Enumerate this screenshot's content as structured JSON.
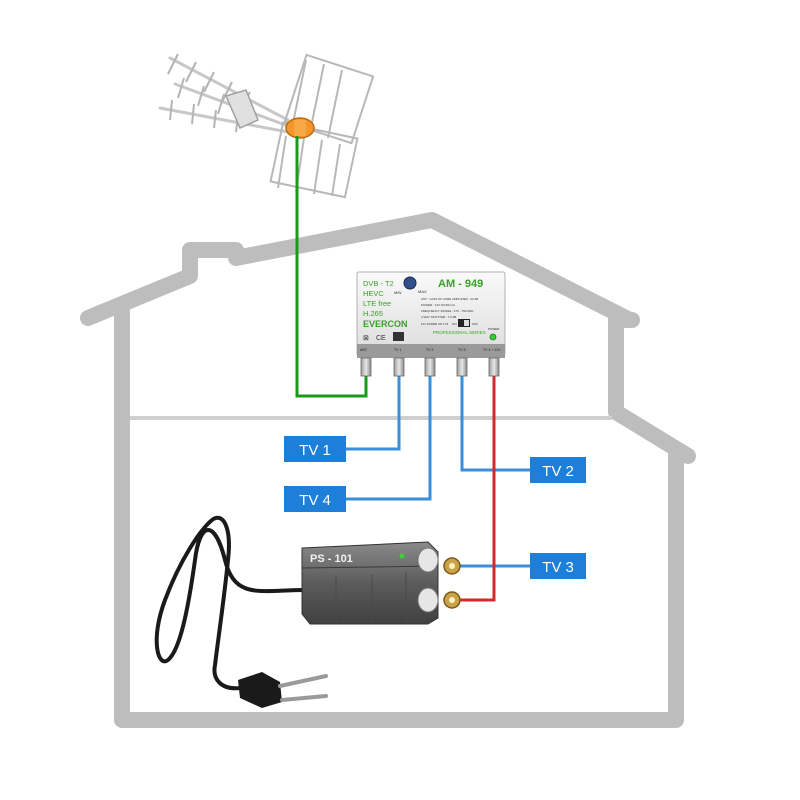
{
  "colors": {
    "house": "#bdbdbd",
    "cable_antenna": "#1a9a1a",
    "cable_tv": "#3a8fd8",
    "cable_power": "#d42a2a",
    "label_bg": "#1e7fd9",
    "label_text": "#ffffff",
    "amp_body": "#f2f2f2",
    "amp_green": "#3aa02a",
    "psu_body": "#6b6b6b"
  },
  "amplifier": {
    "features": [
      "DVB - T2",
      "HEVC",
      "LTE free",
      "H.265"
    ],
    "brand": "EVERCON",
    "model": "AM - 949",
    "knob_min": "MIN",
    "knob_max": "MAX",
    "specs": [
      "ANT : GAIN OF CORE AMPLIFIER : 40 dB",
      "POWER : 12V DC/80 mA",
      "FREQUENCY RANGE : 470 - 790 MHz",
      "4 WAY SPLITTER : 7,5 dB"
    ],
    "switch_label": "12V POWER ON TV4",
    "switch_on": "ON",
    "switch_off": "OFF",
    "series": "PROFESSIONAL SERIES",
    "power_label": "POWER",
    "ports": [
      "ANT",
      "TV 1",
      "TV 2",
      "TV 3",
      "TV 4 + 12V"
    ]
  },
  "psu": {
    "model": "PS - 101"
  },
  "labels": {
    "tv1": "TV 1",
    "tv2": "TV 2",
    "tv3": "TV 3",
    "tv4": "TV 4"
  }
}
